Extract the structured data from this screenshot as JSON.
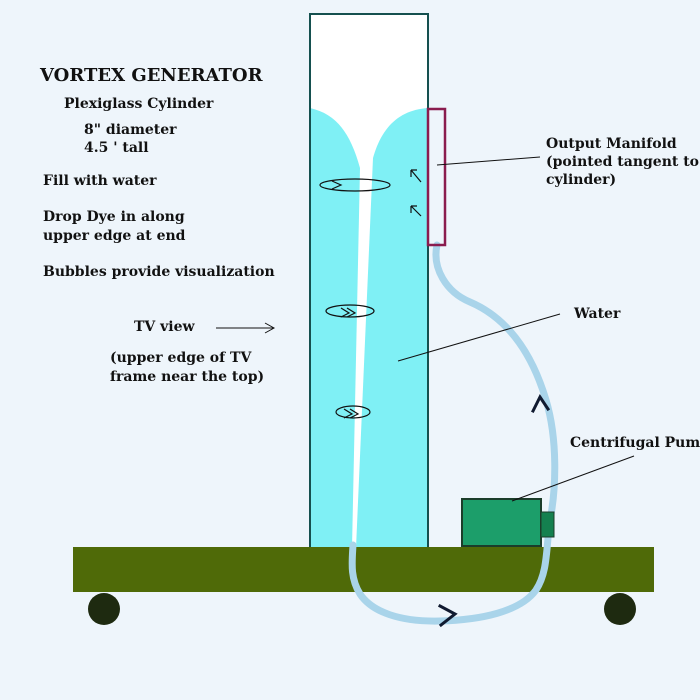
{
  "title": "VORTEX GENERATOR",
  "notes": {
    "cylinder": "Plexiglass Cylinder",
    "diameter": "8\" diameter",
    "height": "4.5 '  tall",
    "fill": "Fill with water",
    "dye_line1": "Drop Dye in along",
    "dye_line2": "upper edge at end",
    "bubbles": "Bubbles provide visualization"
  },
  "tv": {
    "label": "TV view",
    "note_line1": "(upper edge of TV",
    "note_line2": "frame near the top)"
  },
  "callouts": {
    "manifold_line1": "Output Manifold",
    "manifold_line2": "(pointed tangent to",
    "manifold_line3": "cylinder)",
    "water": "Water",
    "pump": "Centrifugal Pump"
  },
  "colors": {
    "background": "#eef5fb",
    "water": "#7ff0f5",
    "cylinder_outline": "#15504f",
    "manifold": "#8a1c4e",
    "tube": "#a9d4ea",
    "pump": "#1c9e6a",
    "base": "#4f6a08",
    "wheel": "#1e2a10"
  }
}
